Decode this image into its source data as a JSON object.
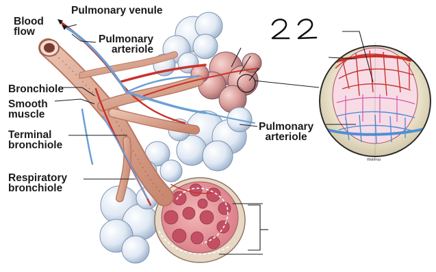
{
  "labels": {
    "blood_flow": [
      "Blood",
      "flow"
    ],
    "pulmonary_venule": "Pulmonary venule",
    "pulmonary_arteriole_top": [
      "Pulmonary",
      "arteriole"
    ],
    "bronchiole": "Bronchiole",
    "smooth_muscle": [
      "Smooth",
      "muscle"
    ],
    "terminal_bronchiole": [
      "Terminal",
      "bronchiole"
    ],
    "respiratory_bronchiole": [
      "Respiratory",
      "bronchiole"
    ],
    "pulmonary_arteriole_right": [
      "Pulmonary",
      "arteriole"
    ]
  },
  "credit": "Waldrop",
  "handwritten_note": "2 2",
  "colors": {
    "venule_red": "#c8322b",
    "arteriole_blue": "#6a9fd6",
    "alveolus_blue": "#dfe8f3",
    "alveolus_pink": "#e07a84",
    "airway_tan": "#d9a38c",
    "label_text": "#1a1a1a"
  }
}
